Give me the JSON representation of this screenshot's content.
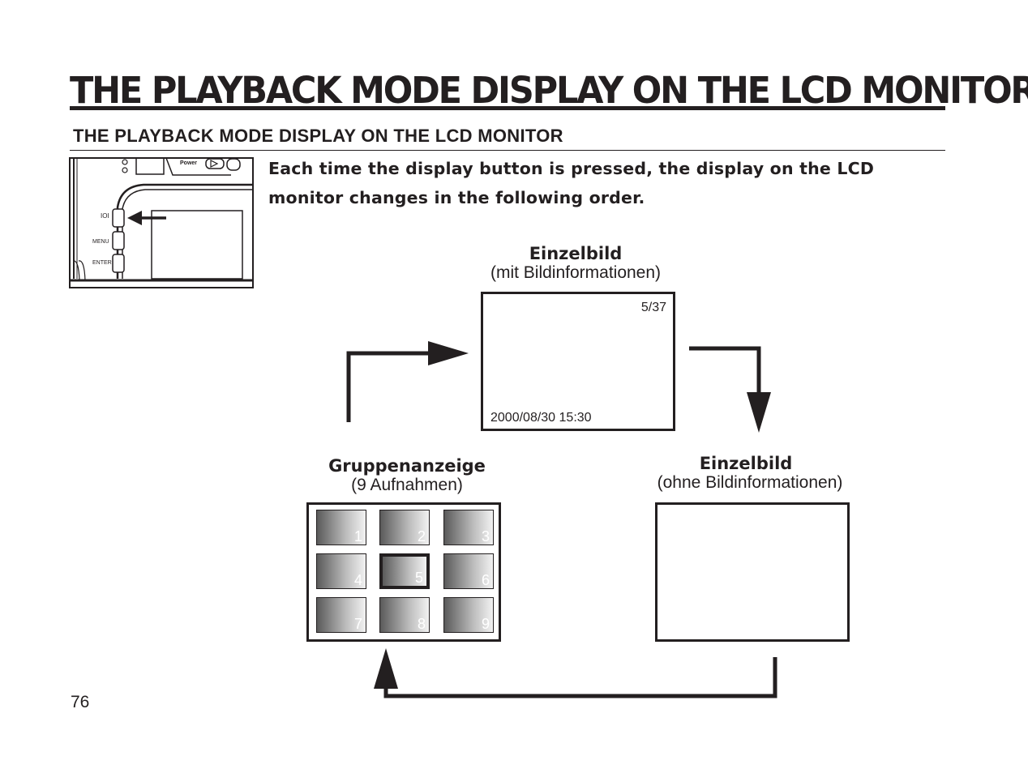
{
  "page": {
    "main_title": "THE PLAYBACK MODE DISPLAY ON THE LCD MONITOR",
    "section_title": "THE PLAYBACK MODE DISPLAY ON THE LCD MONITOR",
    "intro_text": "Each time the display button is pressed, the display on the LCD monitor changes in the following order.",
    "page_number": "76"
  },
  "camera": {
    "power_label": "Power",
    "display_label": "IOI",
    "menu_label": "MENU",
    "enter_label": "ENTER"
  },
  "screens": {
    "single_info": {
      "title": "Einzelbild",
      "subtitle": "(mit Bildinformationen)",
      "counter": "5/37",
      "datetime": "2000/08/30 15:30"
    },
    "single_plain": {
      "title": "Einzelbild",
      "subtitle": "(ohne Bildinformationen)"
    },
    "group": {
      "title": "Gruppenanzeige",
      "subtitle": "(9 Aufnahmen)",
      "thumbnails": [
        "1",
        "2",
        "3",
        "4",
        "5",
        "6",
        "7",
        "8",
        "9"
      ],
      "selected": "5"
    }
  },
  "colors": {
    "ink": "#231f20",
    "paper": "#ffffff"
  },
  "icons": [
    "camera-illustration",
    "arrow-icon"
  ]
}
